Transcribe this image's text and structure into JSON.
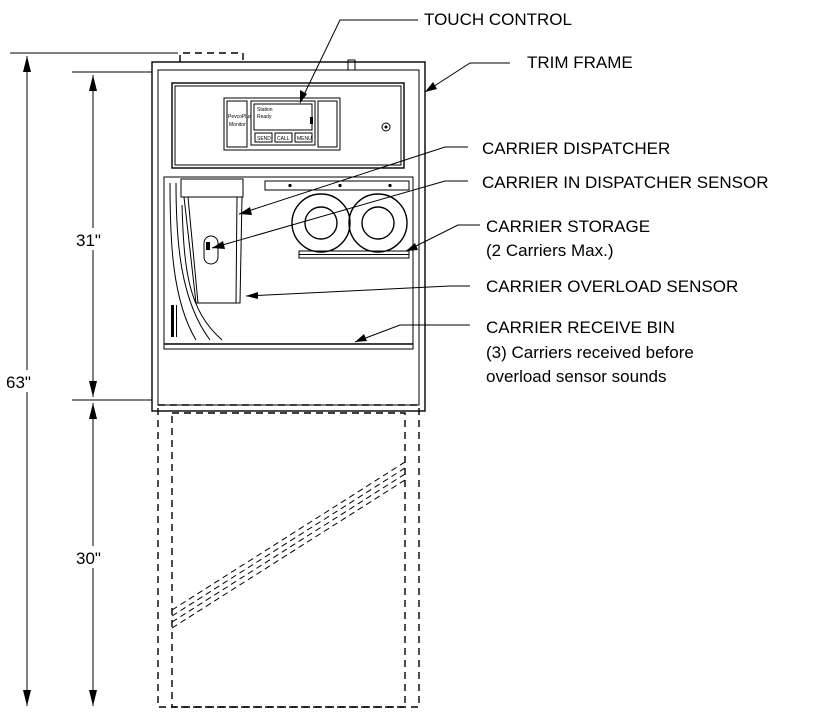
{
  "callouts": {
    "touch_control": "TOUCH CONTROL",
    "trim_frame": "TRIM FRAME",
    "carrier_dispatcher": "CARRIER DISPATCHER",
    "carrier_in_dispatcher_sensor": "CARRIER IN DISPATCHER SENSOR",
    "carrier_storage": "CARRIER STORAGE",
    "carrier_storage_note": "(2 Carriers Max.)",
    "carrier_overload_sensor": "CARRIER OVERLOAD SENSOR",
    "carrier_receive_bin": "CARRIER RECEIVE BIN",
    "carrier_receive_bin_note_1": "(3) Carriers received before",
    "carrier_receive_bin_note_2": "overload sensor sounds"
  },
  "dimensions": {
    "overall_height": "63\"",
    "upper_height": "31\"",
    "lower_height": "30\""
  },
  "panel": {
    "brand": "PevcoPlus",
    "sub": "Monitor",
    "screen_line_1": "Station",
    "screen_line_2": "Ready",
    "btn_1": "SEND",
    "btn_2": "CALL",
    "btn_3": "MENU"
  }
}
